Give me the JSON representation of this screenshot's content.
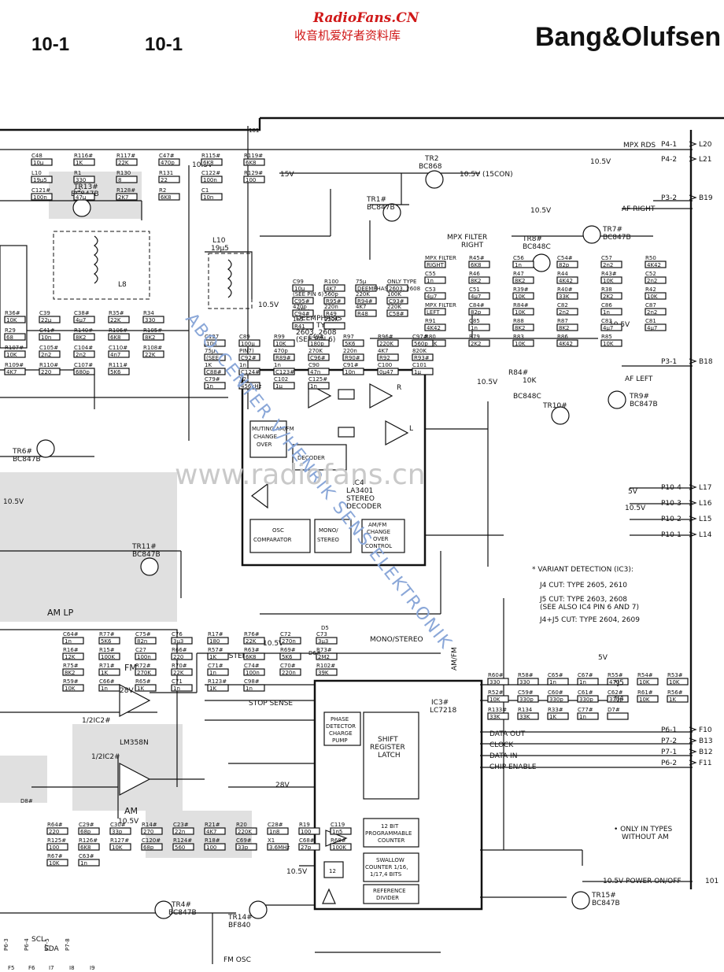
{
  "header": {
    "page_left": "10-1",
    "page_right": "10-1",
    "brand": "Bang&Olufsen"
  },
  "watermarks": {
    "site": "RadioFans.CN",
    "site_cn": "收音机爱好者资料库",
    "diagonal": "ABO-CENTER V/HENRIK SENS ELEKTRONIK",
    "center": "www.radiofans.cn",
    "colors": {
      "red": "#d01818",
      "blue": "#8aa7d8",
      "grey": "#c9c9c9"
    }
  },
  "ics": {
    "ic4": {
      "name": "IC4",
      "part": "LA3401",
      "function": "STEREO",
      "function2": "DECODER",
      "blocks": [
        "MUTING AM/FM",
        "CHANGE",
        "OVER",
        "DECODER",
        "OSC",
        "COMPARATOR",
        "MONO/",
        "STEREO",
        "AM/FM",
        "CHANGE",
        "OVER",
        "CONTROL"
      ]
    },
    "ic3": {
      "name": "IC3#",
      "part": "LC7218",
      "blocks": [
        "PHASE",
        "DETECTOR",
        "CHARGE",
        "PUMP",
        "SHIFT",
        "REGISTER",
        "LATCH",
        "12 BIT",
        "PROGRAMMABLE",
        "COUNTER",
        "SWALLOW",
        "COUNTER 1/16,",
        "1/17,4 BITS",
        "REFERENCE",
        "DIVIDER",
        "12"
      ]
    },
    "ic2": {
      "top": "1/2IC2#",
      "mid": "LM358N",
      "bottom": "1/2IC2#"
    }
  },
  "transistors": [
    "TR13#",
    "BC847B",
    "TR2",
    "BC868",
    "TR1#",
    "BC847B",
    "TR8#",
    "BC848C",
    "TR7#",
    "BC847B",
    "TR10#",
    "BC848C",
    "TR9#",
    "BC847B",
    "TR6#",
    "BC847B",
    "TR11#",
    "BC847B",
    "TR4#",
    "BC847B",
    "TR14#",
    "BF840",
    "TR15#",
    "BC847B"
  ],
  "components": {
    "top": [
      "C48",
      "10µ",
      "R116#",
      "1K",
      "R117#",
      "22K",
      "C47#",
      "470p",
      "R115#",
      "6K8",
      "R119#",
      "6K8",
      "L10",
      "19µ5",
      "R1",
      "330",
      "R130",
      "8",
      "R131",
      "22",
      "C122#",
      "100n",
      "R129#",
      "100",
      "C121#",
      "100n",
      "C2",
      "47µ",
      "R128#",
      "2K7",
      "R2",
      "6K8",
      "C1",
      "10n"
    ],
    "filters": [
      "MPX FILTER",
      "RIGHT",
      "R45#",
      "6K8",
      "C56",
      "1n",
      "C54#",
      "82p",
      "C57",
      "2n2",
      "R50",
      "4K42",
      "C55",
      "1n",
      "R46",
      "8K2",
      "R47",
      "8K2",
      "R44",
      "4K42",
      "R43#",
      "10K",
      "C52",
      "2n2",
      "C53",
      "4µ7",
      "C51",
      "4µ7",
      "R39#",
      "10K",
      "R40#",
      "33K",
      "R38",
      "2K2",
      "R42",
      "10K",
      "MPX FILTER",
      "LEFT",
      "C84#",
      "82p",
      "R84#",
      "10K",
      "C82",
      "2n2",
      "C86",
      "1n",
      "C87",
      "2n2",
      "R91",
      "4K42",
      "C85",
      "1n",
      "R88",
      "8K2",
      "R87",
      "8K2",
      "C83",
      "4µ7",
      "C81",
      "4µ7",
      "R80",
      "10K",
      "R79",
      "2K2",
      "R83",
      "10K",
      "R86",
      "4K42",
      "R85",
      "10K"
    ],
    "deemph": [
      "C99",
      "10µ",
      "R100",
      "4K7",
      "75µ",
      "DEEMPHASIS",
      "ONLY TYPE",
      "2603, 2608",
      "(SEE PIN 6)",
      "C95#",
      "560p",
      "R95#",
      "220K",
      "R94#",
      "100K",
      "C93#",
      "470p",
      "C94#",
      "220n",
      "R49",
      "4K7",
      "R48",
      "220K",
      "C58#",
      "1n5",
      "R41",
      "220K"
    ],
    "ic4_side": [
      "C127",
      "10n",
      "C89",
      "100µ",
      "R99",
      "10K",
      "C49#",
      "180p",
      "R97",
      "5K6",
      "R96#",
      "220K",
      "C97#",
      "560p",
      "75µ",
      "(SEE",
      "PIN7)",
      "C92#",
      "470p",
      "R89#",
      "270K",
      "C96#",
      "220n",
      "R90#",
      "4K7",
      "R92",
      "820K",
      "R93#",
      "1K",
      "C88#",
      "1n",
      "C124#",
      "1n",
      "C123#",
      "C90",
      "47n",
      "C91#",
      "10n",
      "C100",
      "0µ47",
      "C101",
      "1µ",
      "C79#",
      "1n",
      "X2",
      "456kHz",
      "C102",
      "1µ",
      "C125#",
      "1n"
    ],
    "left": [
      "R36#",
      "10K",
      "C39",
      "22µ",
      "C38#",
      "4µ7",
      "R35#",
      "22K",
      "R34",
      "330",
      "R29",
      "68",
      "C41#",
      "10n",
      "R140#",
      "8K2",
      "R106#",
      "6K8",
      "R105#",
      "8K2",
      "R107#",
      "10K",
      "C105#",
      "2n2",
      "C104#",
      "2n2",
      "C110#",
      "4n7",
      "R108#",
      "22K",
      "R109#",
      "4K7",
      "R110#",
      "220",
      "C107#",
      "680p",
      "R111#",
      "5K6"
    ],
    "lower": [
      "C64#",
      "1n",
      "R77#",
      "5K6",
      "C75#",
      "82n",
      "C76",
      "3µ3",
      "R17#",
      "180",
      "R76#",
      "22K",
      "C72",
      "270n",
      "C73",
      "3µ3",
      "R16#",
      "12K",
      "R15#",
      "100K",
      "C27",
      "100n",
      "R66#",
      "220",
      "R57#",
      "1K",
      "R63#",
      "6K8",
      "R69#",
      "5K6",
      "R73#",
      "2M2",
      "R75#",
      "8K2",
      "R71#",
      "1K",
      "R72#",
      "270K",
      "R70#",
      "22K",
      "C71#",
      "1n",
      "C74#",
      "100n",
      "C70#",
      "220n",
      "R102#",
      "39K",
      "R59#",
      "10K",
      "C66#",
      "1n",
      "R65#",
      "1K",
      "C71",
      "1n",
      "R123#",
      "1K",
      "C98#",
      "1n"
    ],
    "bottom": [
      "R64#",
      "220",
      "C29#",
      "68p",
      "C30#",
      "33p",
      "R14#",
      "270",
      "C23#",
      "22n",
      "R21#",
      "4K7",
      "R20",
      "220K",
      "C28#",
      "1n8",
      "R19",
      "100",
      "C119",
      "1n5",
      "R125#",
      "100",
      "R126#",
      "6K8",
      "R127#",
      "10K",
      "C120#",
      "68p",
      "R124#",
      "560",
      "R18#",
      "100",
      "C69#",
      "33p",
      "X1",
      "3.6MHz",
      "C68#",
      "27p",
      "R68#",
      "100K",
      "R67#",
      "10K",
      "C63#",
      "1n"
    ],
    "right": [
      "R60#",
      "330",
      "R58#",
      "330",
      "C65#",
      "1n",
      "C67#",
      "1n",
      "R55#",
      "470",
      "R54#",
      "10K",
      "R53#",
      "10K",
      "R52#",
      "10K",
      "C59#",
      "330p",
      "C60#",
      "330p",
      "C61#",
      "330p",
      "C62#",
      "330p",
      "R61#",
      "10K",
      "R56#",
      "1K",
      "R133#",
      "33K",
      "R134",
      "33K",
      "R33#",
      "1K",
      "C77#",
      "1n",
      "D7#"
    ]
  },
  "diodes": [
    "D5",
    "D6#",
    "D8#"
  ],
  "signals": {
    "left_labels": [
      "FM",
      "AM",
      "AM LP",
      "STOP/STEREO",
      "STOP SENSE",
      "MONO/STEREO",
      "AM/FM",
      "FM OSC",
      "SCL",
      "SDA",
      "10.5V",
      "28V",
      "15V"
    ],
    "ic3_pins": [
      "DATA OUT",
      "CLOCK",
      "DATA IN",
      "CHIP ENABLE"
    ],
    "power": "10.5V POWER ON/OFF",
    "supply_15": "10.5V (15CON)",
    "af_right": "AF RIGHT",
    "af_left": "AF LEFT",
    "mpx_rds": "MPX RDS"
  },
  "connectors": {
    "right": [
      {
        "pin": "P4-1",
        "net": "L20"
      },
      {
        "pin": "P4-2",
        "net": "L21"
      },
      {
        "pin": "P3-2",
        "net": "B19"
      },
      {
        "pin": "P3-1",
        "net": "B18"
      },
      {
        "pin": "P10-4",
        "net": "L17"
      },
      {
        "pin": "P10-3",
        "net": "L16"
      },
      {
        "pin": "P10-2",
        "net": "L15"
      },
      {
        "pin": "P10-1",
        "net": "L14"
      },
      {
        "pin": "P6-1",
        "net": "F10"
      },
      {
        "pin": "P7-2",
        "net": "B13"
      },
      {
        "pin": "P7-1",
        "net": "B12"
      },
      {
        "pin": "P6-2",
        "net": "F11"
      }
    ],
    "supplies_right": [
      "5V",
      "10.5V"
    ],
    "bottom": [
      "P6-3",
      "P6-4",
      "P7-5",
      "P7-8",
      "F5",
      "F6",
      "I7",
      "I8",
      "I9"
    ],
    "jumpers": [
      "J5",
      "J4"
    ],
    "net_101": "101"
  },
  "notes": {
    "variant_title": "* VARIANT DETECTION (IC3):",
    "lines": [
      "J4 CUT: TYPE 2605, 2610",
      "J5 CUT: TYPE 2603, 2608",
      "(SEE ALSO IC4 PIN 6 AND 7)",
      "J4+J5 CUT: TYPE 2604, 2609"
    ],
    "only_am_1": "• ONLY IN TYPES",
    "only_am_2": "WITHOUT AM"
  }
}
